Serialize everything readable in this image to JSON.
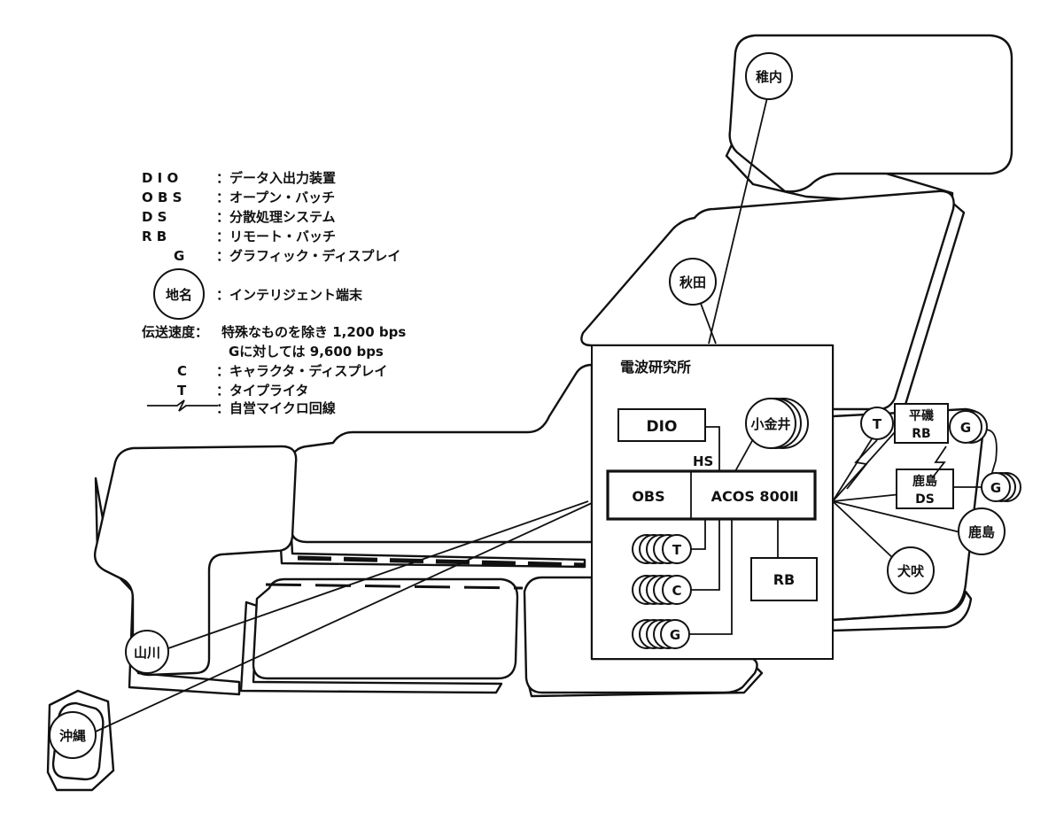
{
  "legend": {
    "rows": [
      {
        "abbr": "D I O",
        "desc": "：データ入出力装置"
      },
      {
        "abbr": "O B S",
        "desc": "：オープン・バッチ"
      },
      {
        "abbr": "D    S",
        "desc": "：分散処理システム"
      },
      {
        "abbr": "R    B",
        "desc": "：リモート・バッチ"
      },
      {
        "abbr": "G",
        "desc": "：グラフィック・ディスプレイ"
      }
    ],
    "place_symbol": "地名",
    "place_desc": "：インテリジェント端末",
    "speed_label": "伝送速度：",
    "speed_line1": "特殊なものを除き 1,200 bps",
    "speed_line2": "Gに対しては 9,600 bps",
    "c_abbr": "C",
    "c_desc": "：キャラクタ・ディスプレイ",
    "t_abbr": "T",
    "t_desc": "：タイプライタ",
    "micro_desc": "：自営マイクロ回線"
  },
  "center": {
    "title": "電波研究所",
    "dio": "DIO",
    "hs": "HS",
    "obs": "OBS",
    "acos": "ACOS 800Ⅱ",
    "rb": "RB",
    "koganei": "小金井",
    "t": "T",
    "c": "C",
    "g": "G"
  },
  "stations": {
    "wakkanai": "稚内",
    "akita": "秋田",
    "yamakawa": "山川",
    "okinawa": "沖縄",
    "inubo": "犬吠",
    "kashima": "鹿島"
  },
  "east": {
    "hiraiso": "平磯",
    "hiraiso_rb": "RB",
    "kashima_box": "鹿島",
    "kashima_ds": "DS",
    "t": "T",
    "g1": "G",
    "g2": "G"
  }
}
